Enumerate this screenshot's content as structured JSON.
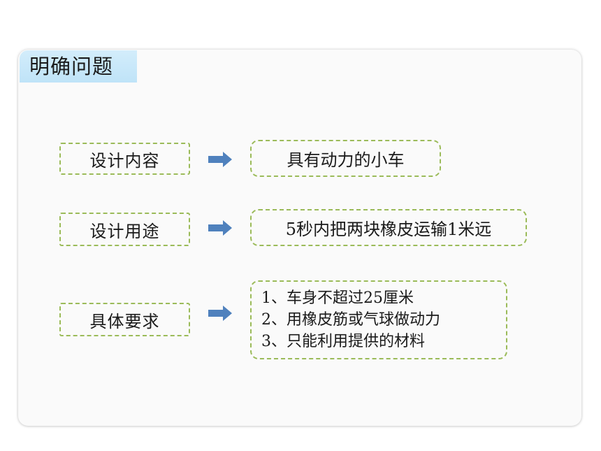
{
  "slide": {
    "title": "明确问题"
  },
  "rows": [
    {
      "label": "设计内容",
      "value": "具有动力的小车"
    },
    {
      "label": "设计用途",
      "value": "5秒内把两块橡皮运输1米远"
    },
    {
      "label": "具体要求",
      "items": [
        "1、车身不超过25厘米",
        "2、用橡皮筋或气球做动力",
        "3、只能利用提供的材料"
      ]
    }
  ],
  "colors": {
    "dashed_border": "#9bbb59",
    "arrow": "#4f81bd",
    "title_tab": "#c6e6f8",
    "card_background": "#fafafa"
  },
  "icons": {
    "arrow": "right-arrow-icon"
  }
}
